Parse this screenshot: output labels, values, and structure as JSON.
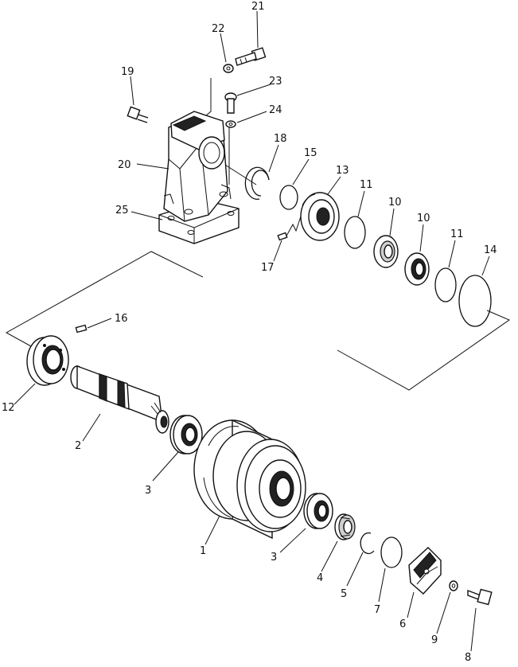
{
  "labels": {
    "p1": "1",
    "p2": "2",
    "p3a": "3",
    "p3b": "3",
    "p4": "4",
    "p5": "5",
    "p6": "6",
    "p7": "7",
    "p8": "8",
    "p9": "9",
    "p10a": "10",
    "p10b": "10",
    "p11a": "11",
    "p11b": "11",
    "p12": "12",
    "p13": "13",
    "p14": "14",
    "p15": "15",
    "p16": "16",
    "p17": "17",
    "p18": "18",
    "p19": "19",
    "p20": "20",
    "p21": "21",
    "p22": "22",
    "p23": "23",
    "p24": "24",
    "p25": "25"
  }
}
